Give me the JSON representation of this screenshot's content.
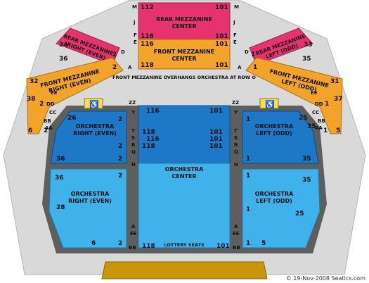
{
  "colors": {
    "rear_mezz": "#e6326e",
    "front_mezz": "#f2a32a",
    "orch_dark": "#1e78c8",
    "orch_light": "#3fb2ec",
    "wall": "#5e5e5e",
    "stage": "#c8960a",
    "frame": "#c8c8c8"
  },
  "sections": {
    "rear_mezz_center": {
      "line1": "REAR MEZZANINE",
      "line2": "CENTER"
    },
    "rear_mezz_right": {
      "line1": "REAR MEZZANINE",
      "line2": "RIGHT (EVEN)"
    },
    "rear_mezz_left": {
      "line1": "REAR MEZZANINE",
      "line2": "LEFT (ODD)"
    },
    "front_mezz_center": {
      "line1": "FRONT MEZZANINE",
      "line2": "CENTER"
    },
    "front_mezz_right": {
      "line1": "FRONT MEZZANINE",
      "line2": "RIGHT (EVEN)"
    },
    "front_mezz_left": {
      "line1": "FRONT MEZZANINE",
      "line2": "LEFT (ODD)"
    },
    "orch_right_upper": {
      "line1": "ORCHESTRA",
      "line2": "RIGHT (EVEN)"
    },
    "orch_left_upper": {
      "line1": "ORCHESTRA",
      "line2": "LEFT (ODD)"
    },
    "orch_center": {
      "line1": "ORCHESTRA",
      "line2": "CENTER"
    },
    "orch_right_lower": {
      "line1": "ORCHESTRA",
      "line2": "RIGHT (EVEN)"
    },
    "orch_left_lower": {
      "line1": "ORCHESTRA",
      "line2": "LEFT (ODD)"
    }
  },
  "overhang_note": "FRONT MEZZANINE OVERHANGS ORCHESTRA AT ROW O",
  "lottery_note": "LOTTERY SEATS",
  "copyright": "© 19-Nov-2008 Seatics.com",
  "seat_numbers": {
    "rm_c_top_l": "112",
    "rm_c_top_r": "101",
    "rm_c_bot_l": "116",
    "rm_c_bot_r": "101",
    "fm_c_top_l": "116",
    "fm_c_top_r": "101",
    "fm_c_bot_l": "118",
    "fm_c_bot_r": "101",
    "rm_r_a": "34",
    "rm_r_b": "36",
    "rm_r_c": "2",
    "rm_l_a": "1",
    "rm_l_b": "33",
    "rm_l_c": "35",
    "fm_r_a": "32",
    "fm_r_b": "38",
    "fm_r_c": "2",
    "fm_r_d": "6",
    "fm_r_e": "2",
    "fm_r_f": "2",
    "fm_l_a": "31",
    "fm_l_b": "37",
    "fm_l_c": "1",
    "fm_l_d": "1",
    "fm_l_e": "5",
    "fm_l_f": "1",
    "oc_116": "116",
    "oc_101a": "101",
    "oc_118a": "118",
    "oc_101b": "101",
    "oc_116b": "116",
    "oc_101c": "101",
    "oc_118b": "118",
    "oc_101d": "101",
    "oc_118c": "118",
    "oc_101e": "101",
    "or_u_26": "26",
    "or_u_2a": "2",
    "or_u_2b": "2",
    "or_u_36": "36",
    "or_u_2c": "2",
    "ol_u_1a": "1",
    "ol_u_25": "25",
    "ol_u_35": "35",
    "ol_u_1b": "1",
    "ol_u_35b": "35",
    "or_l_36": "36",
    "or_l_2a": "2",
    "or_l_28": "28",
    "or_l_6": "6",
    "or_l_2b": "2",
    "ol_l_1a": "1",
    "ol_l_35": "35",
    "ol_l_1b": "1",
    "ol_l_25": "25",
    "ol_l_1c": "1",
    "ol_l_5": "5"
  },
  "row_letters": {
    "M_l": "M",
    "M_r": "M",
    "J_l": "J",
    "J_r": "J",
    "F_l": "F",
    "F_r": "F",
    "E_l": "E",
    "E_r": "E",
    "D_l": "D",
    "D_r": "D",
    "A_l": "A",
    "A_r": "A",
    "EE_l": "EE",
    "EE_r": "EE",
    "DD_l": "DD",
    "DD_r": "DD",
    "CC_l": "CC",
    "CC_r": "CC",
    "BB_l": "BB",
    "BB_r": "BB",
    "AA_l": "AA",
    "AA_r": "AA",
    "ZZ_l": "ZZ",
    "ZZ_r": "ZZ",
    "Y_l": "Y",
    "Y_r": "Y",
    "T_l": "T",
    "T_r": "T",
    "S_l": "S",
    "S_r": "S",
    "R_l": "R",
    "R_r": "R",
    "Q_l": "Q",
    "Q_r": "Q",
    "N_l": "N",
    "N_r": "N",
    "A2_l": "A",
    "A2_r": "A",
    "EE2_l": "EE",
    "EE2_r": "EE",
    "BB2_l": "BB",
    "BB2_r": "BB"
  }
}
